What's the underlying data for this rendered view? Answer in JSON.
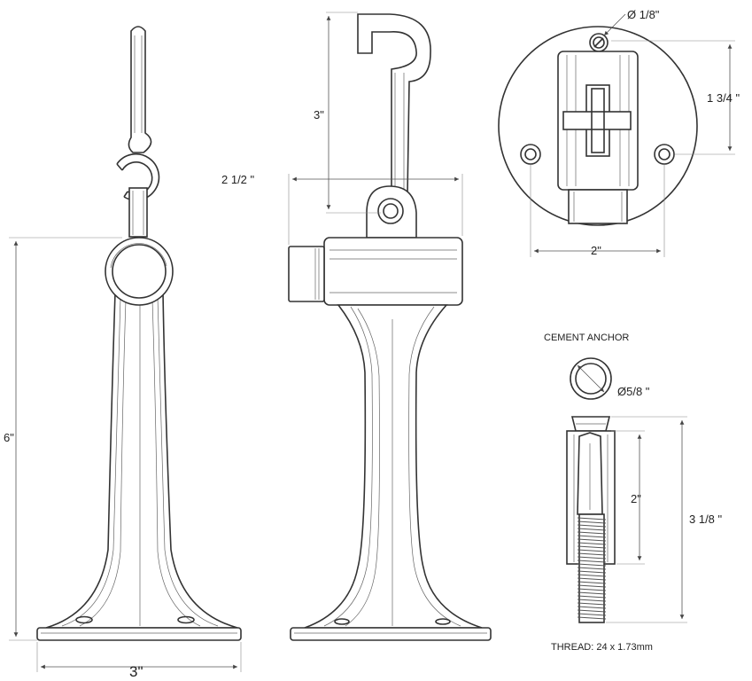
{
  "labels": {
    "overall_height": "6\"",
    "base_width": "3\"",
    "hook_height": "3\"",
    "projection": "2 1/2 \"",
    "screw_dia": "Ø 1/8\"",
    "plate_height": "1 3/4 \"",
    "hole_spacing": "2\"",
    "anchor_title": "CEMENT ANCHOR",
    "anchor_dia": "Ø5/8 \"",
    "anchor_sleeve": "2\"",
    "anchor_length": "3 1/8 \"",
    "thread_spec": "THREAD: 24 x 1.73mm"
  }
}
